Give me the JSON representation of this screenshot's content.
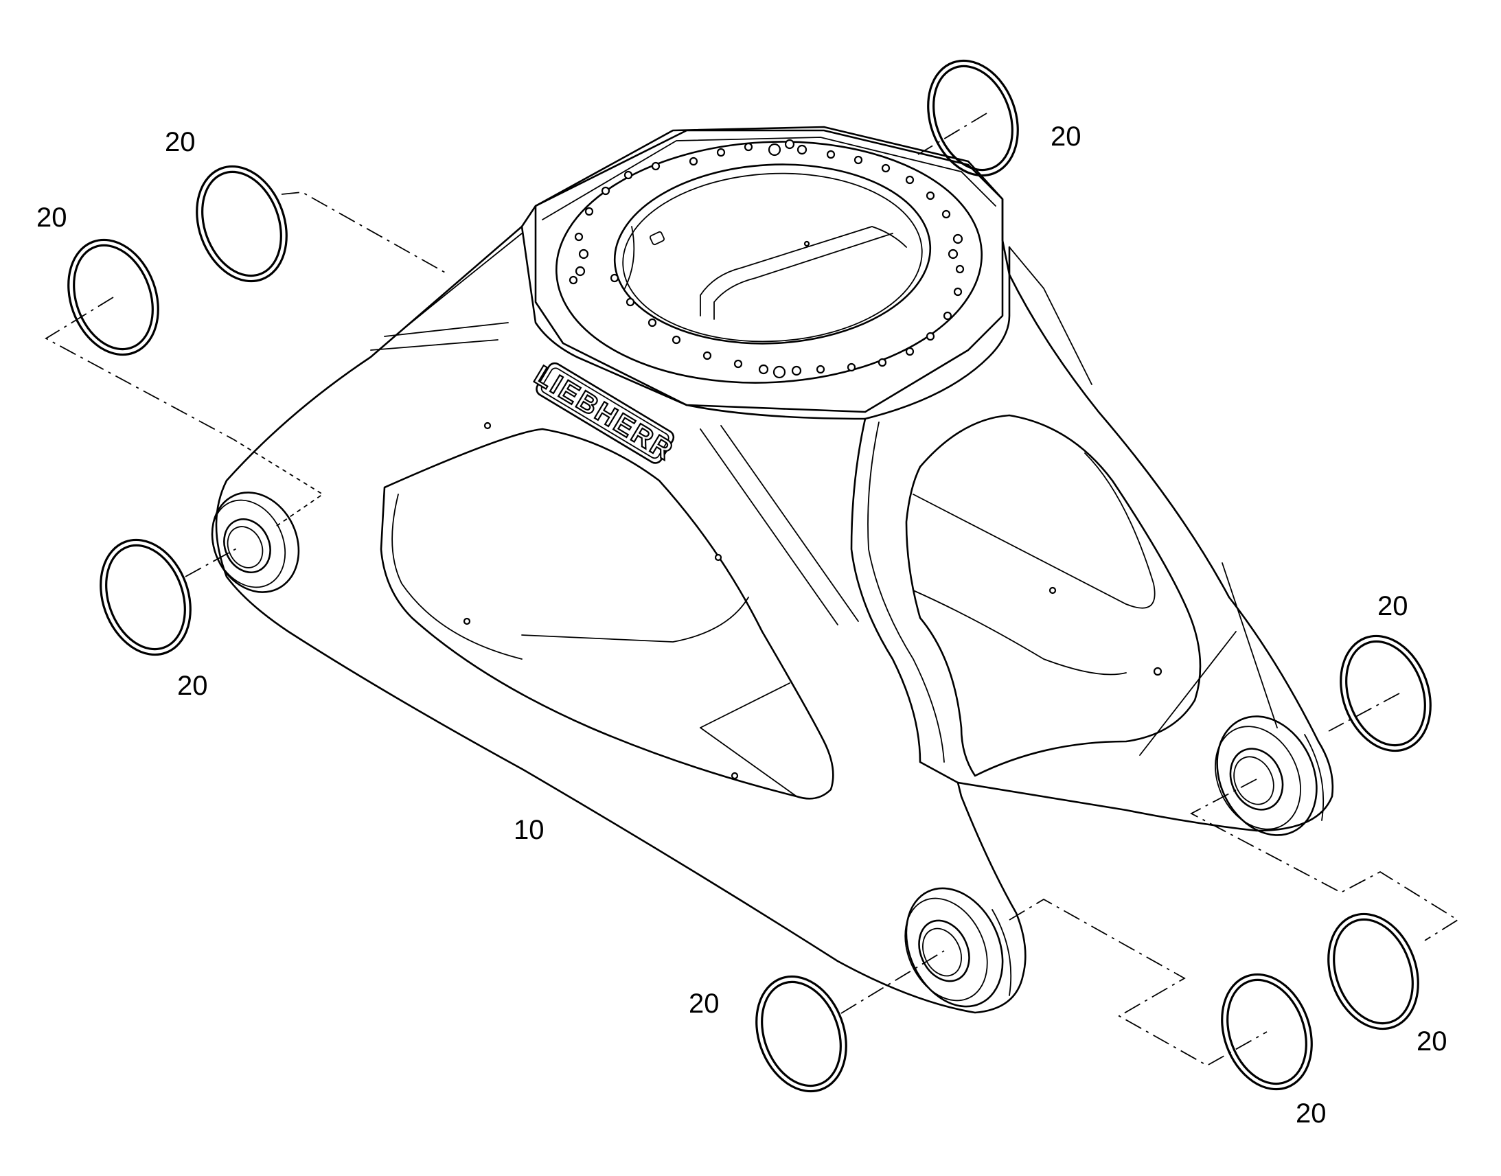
{
  "diagram": {
    "brand_plate": "LIEBHERR",
    "callouts": [
      {
        "id": "c20-top-right",
        "text": "20"
      },
      {
        "id": "c20-top-left-upper",
        "text": "20"
      },
      {
        "id": "c20-top-left-lower",
        "text": "20"
      },
      {
        "id": "c20-left-mid",
        "text": "20"
      },
      {
        "id": "c20-right-mid",
        "text": "20"
      },
      {
        "id": "c20-bottom-center",
        "text": "20"
      },
      {
        "id": "c20-bottom-right-a",
        "text": "20"
      },
      {
        "id": "c20-bottom-right-b",
        "text": "20"
      },
      {
        "id": "c10-body",
        "text": "10"
      }
    ]
  }
}
